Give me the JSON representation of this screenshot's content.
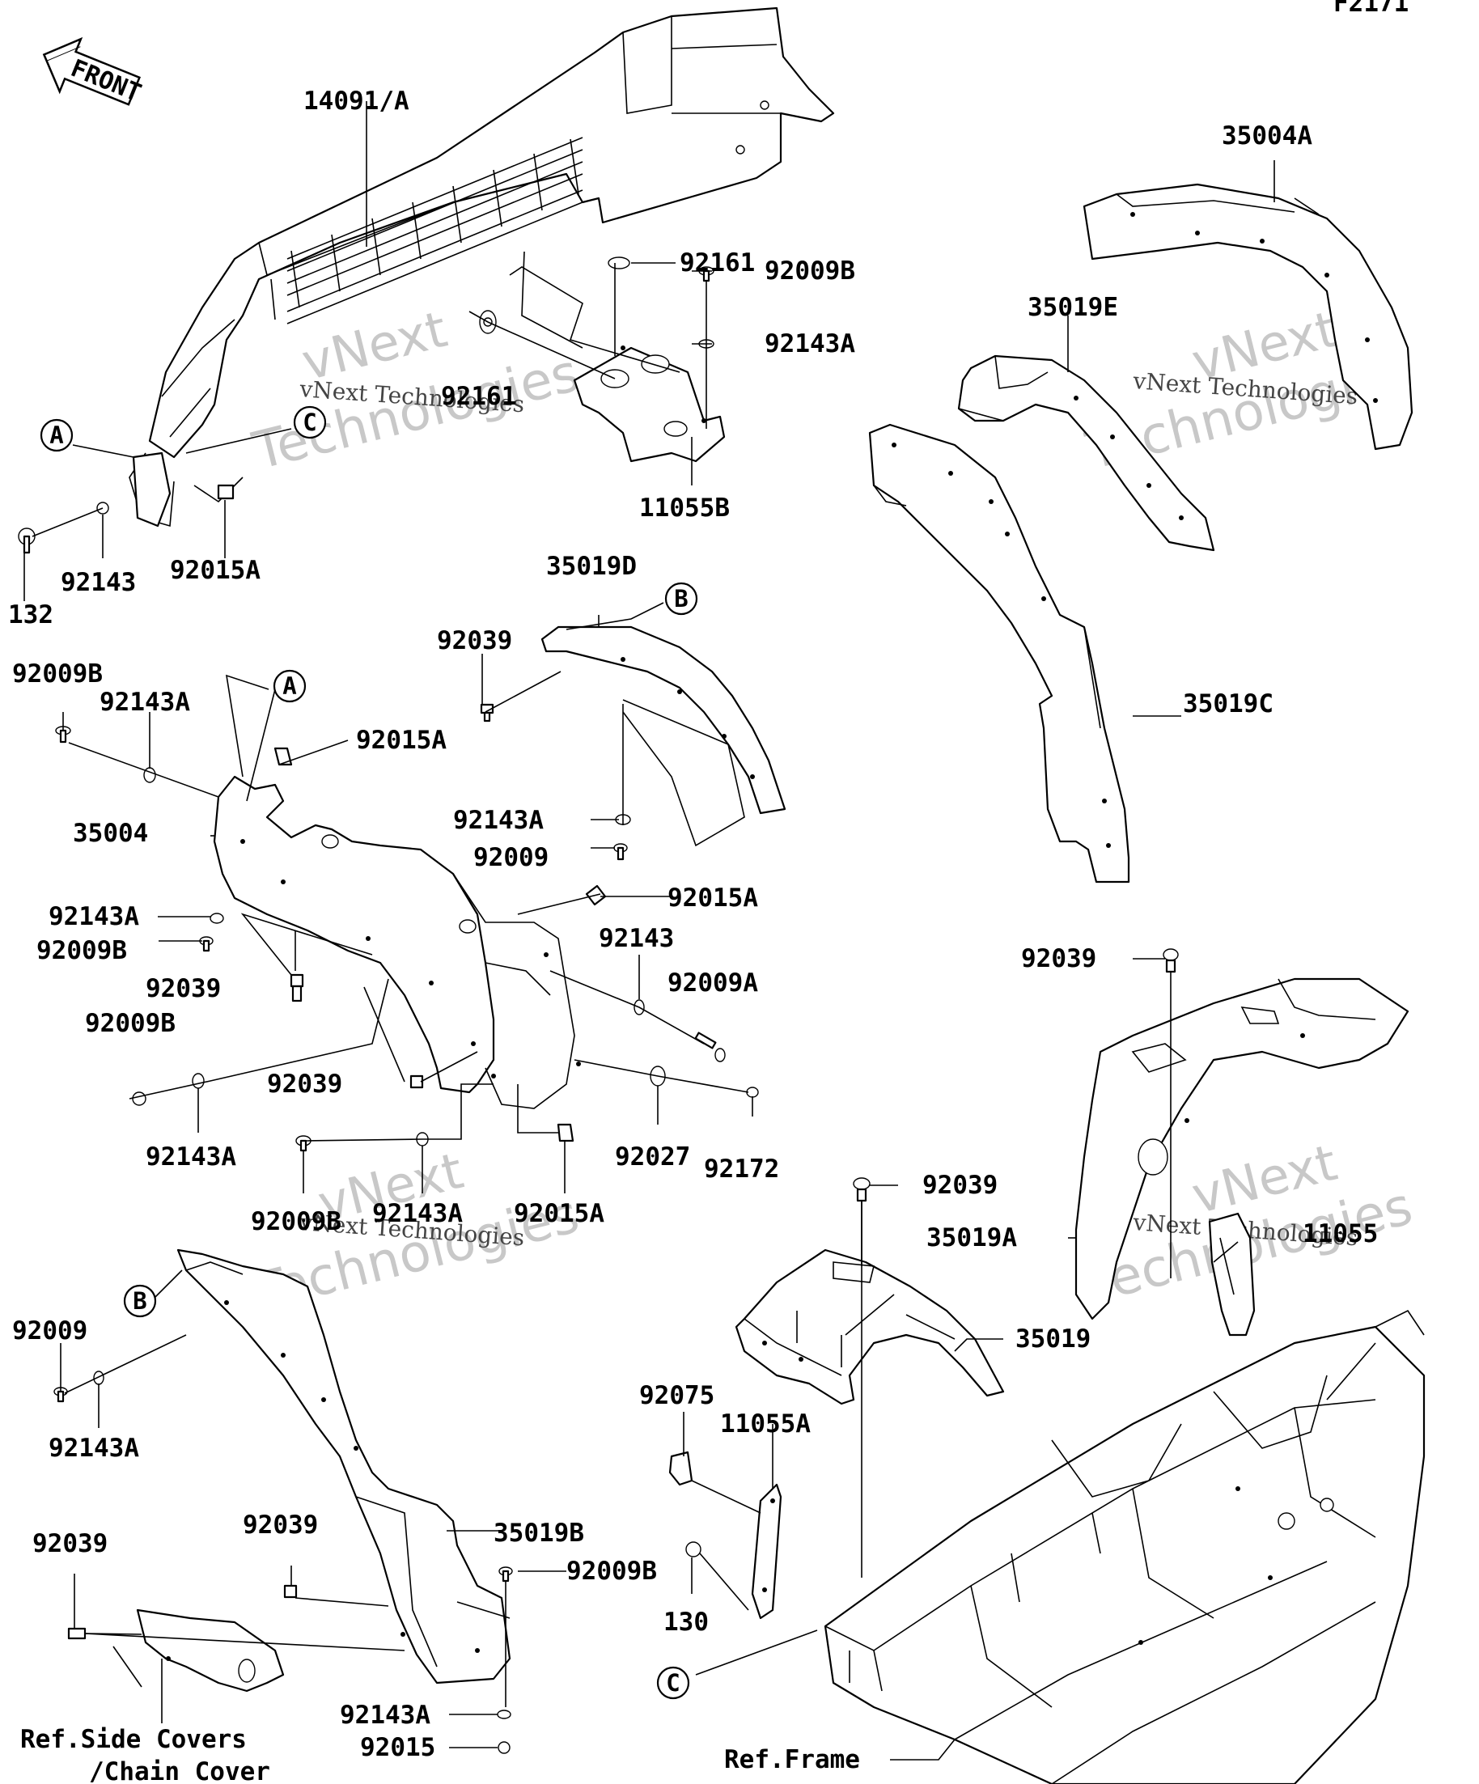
{
  "diagram_code": "F2171",
  "front_indicator": "FRONT",
  "watermark": {
    "brand": "vNext",
    "full": "vNext Technologies",
    "word": "Technologies"
  },
  "callouts": {
    "A": "A",
    "B": "B",
    "C": "C"
  },
  "parts": {
    "p14091a": "14091/A",
    "p92161a": "92161",
    "p92161b": "92161",
    "p92009b_1": "92009B",
    "p92143a_1": "92143A",
    "p11055b": "11055B",
    "p35004a": "35004A",
    "p35019e": "35019E",
    "p92143_1": "92143",
    "p92015a_1": "92015A",
    "p132": "132",
    "p35019d": "35019D",
    "p92039_1": "92039",
    "p92009b_2": "92009B",
    "p92143a_2": "92143A",
    "p92015a_2": "92015A",
    "p35004": "35004",
    "p92143a_3": "92143A",
    "p92009_1": "92009",
    "p92015a_3": "92015A",
    "p92143a_4": "92143A",
    "p92009b_3": "92009B",
    "p92143_2": "92143",
    "p92009a": "92009A",
    "p92039_2": "92039",
    "p92009b_4": "92009B",
    "p92039_3": "92039",
    "p92143a_5": "92143A",
    "p92027": "92027",
    "p92172": "92172",
    "p92009b_5": "92009B",
    "p92143a_6": "92143A",
    "p92015a_4": "92015A",
    "p35019c": "35019C",
    "p92039_4": "92039",
    "p35019a": "35019A",
    "p11055": "11055",
    "p92039_5": "92039",
    "p35019": "35019",
    "p92009_2": "92009",
    "p92143a_7": "92143A",
    "p92075": "92075",
    "p11055a": "11055A",
    "p92039_6": "92039",
    "p92039_7": "92039",
    "p35019b": "35019B",
    "p92009b_6": "92009B",
    "p130": "130",
    "p92143a_8": "92143A",
    "p92015": "92015"
  },
  "references": {
    "side_covers_1": "Ref.Side Covers",
    "side_covers_2": "/Chain Cover",
    "frame": "Ref.Frame"
  }
}
